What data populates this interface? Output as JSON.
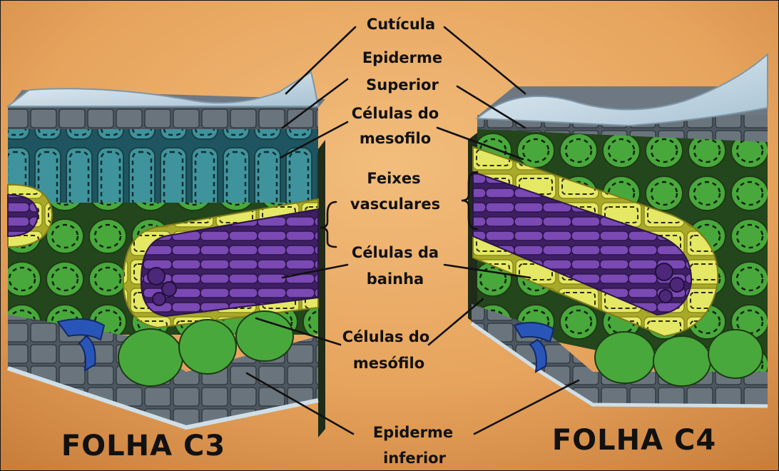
{
  "labels": {
    "cuticle": "Cutícula",
    "upper_epidermis_1": "Epiderme",
    "upper_epidermis_2": "Superior",
    "mesophyll_top_1": "Células do",
    "mesophyll_top_2": "mesofilo",
    "bundles_1": "Feixes",
    "bundles_2": "vasculares",
    "sheath_1": "Células da",
    "sheath_2": "bainha",
    "mesophyll_bottom_1": "Células do",
    "mesophyll_bottom_2": "mesófilo",
    "lower_epidermis_1": "Epiderme",
    "lower_epidermis_2": "inferior"
  },
  "leaf_c3": {
    "title": "FOLHA C3"
  },
  "leaf_c4": {
    "title": "FOLHA C4"
  },
  "colors": {
    "background": "#e8a65f",
    "cuticle": "#c9dbe6",
    "epidermis": "#5c6770",
    "palisade": "#3d8c95",
    "spongy": "#3f9a36",
    "sheath": "#e6e85a",
    "vascular": "#5a2d8e",
    "stoma": "#2a55b8"
  }
}
